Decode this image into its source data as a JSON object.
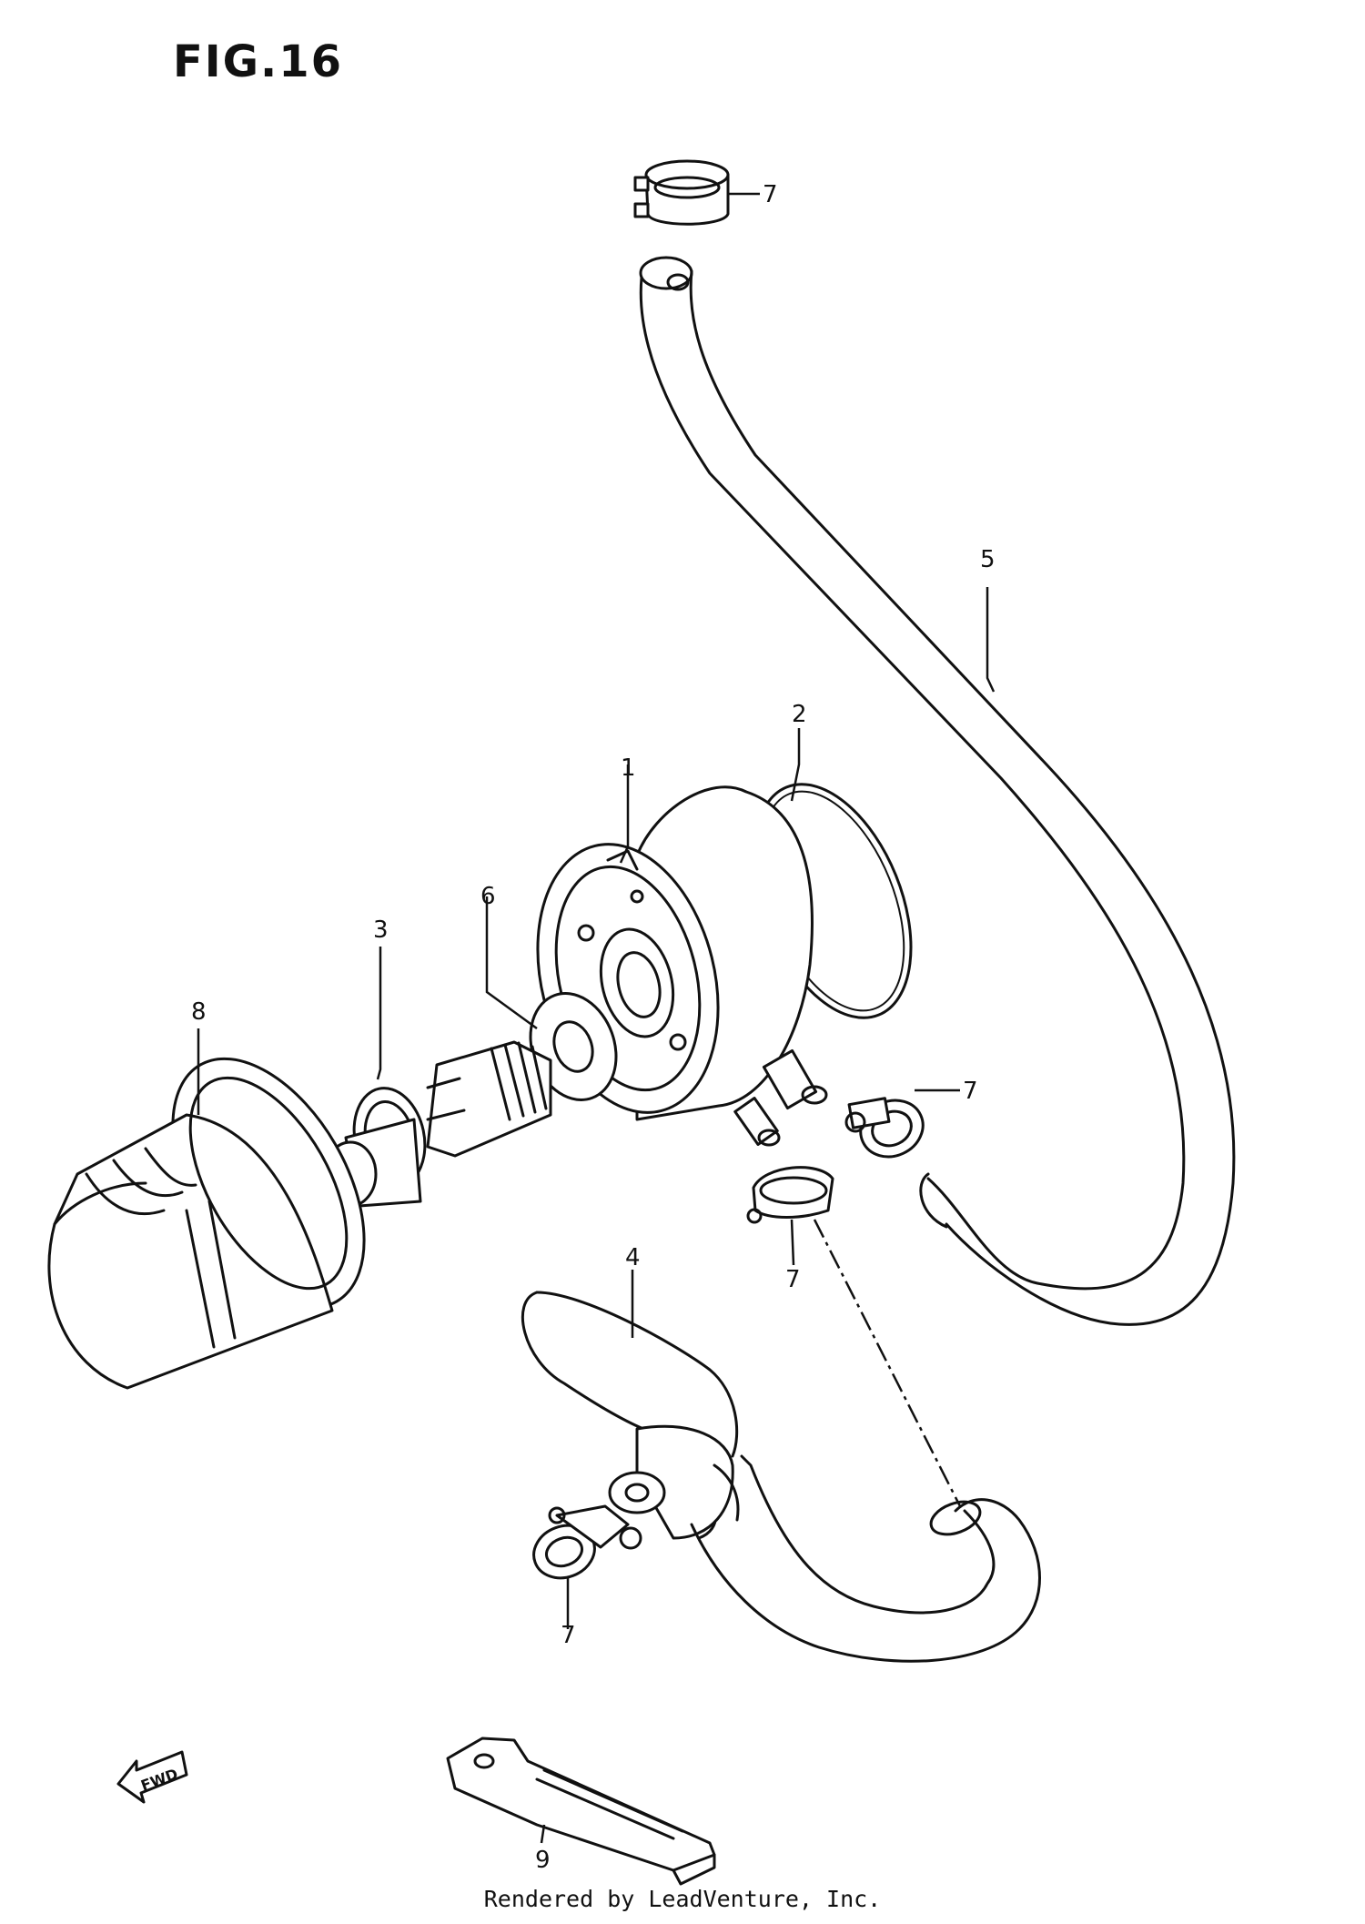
{
  "figure": {
    "title": "FIG.16"
  },
  "footer": {
    "text": "Rendered by LeadVenture, Inc."
  },
  "front_arrow": {
    "label": "FWD"
  },
  "callouts": {
    "c1": "1",
    "c2": "2",
    "c3": "3",
    "c4": "4",
    "c5": "5",
    "c6": "6",
    "c7_top": "7",
    "c7_right": "7",
    "c7_mid": "7",
    "c7_bottom": "7",
    "c8": "8",
    "c9": "9"
  }
}
